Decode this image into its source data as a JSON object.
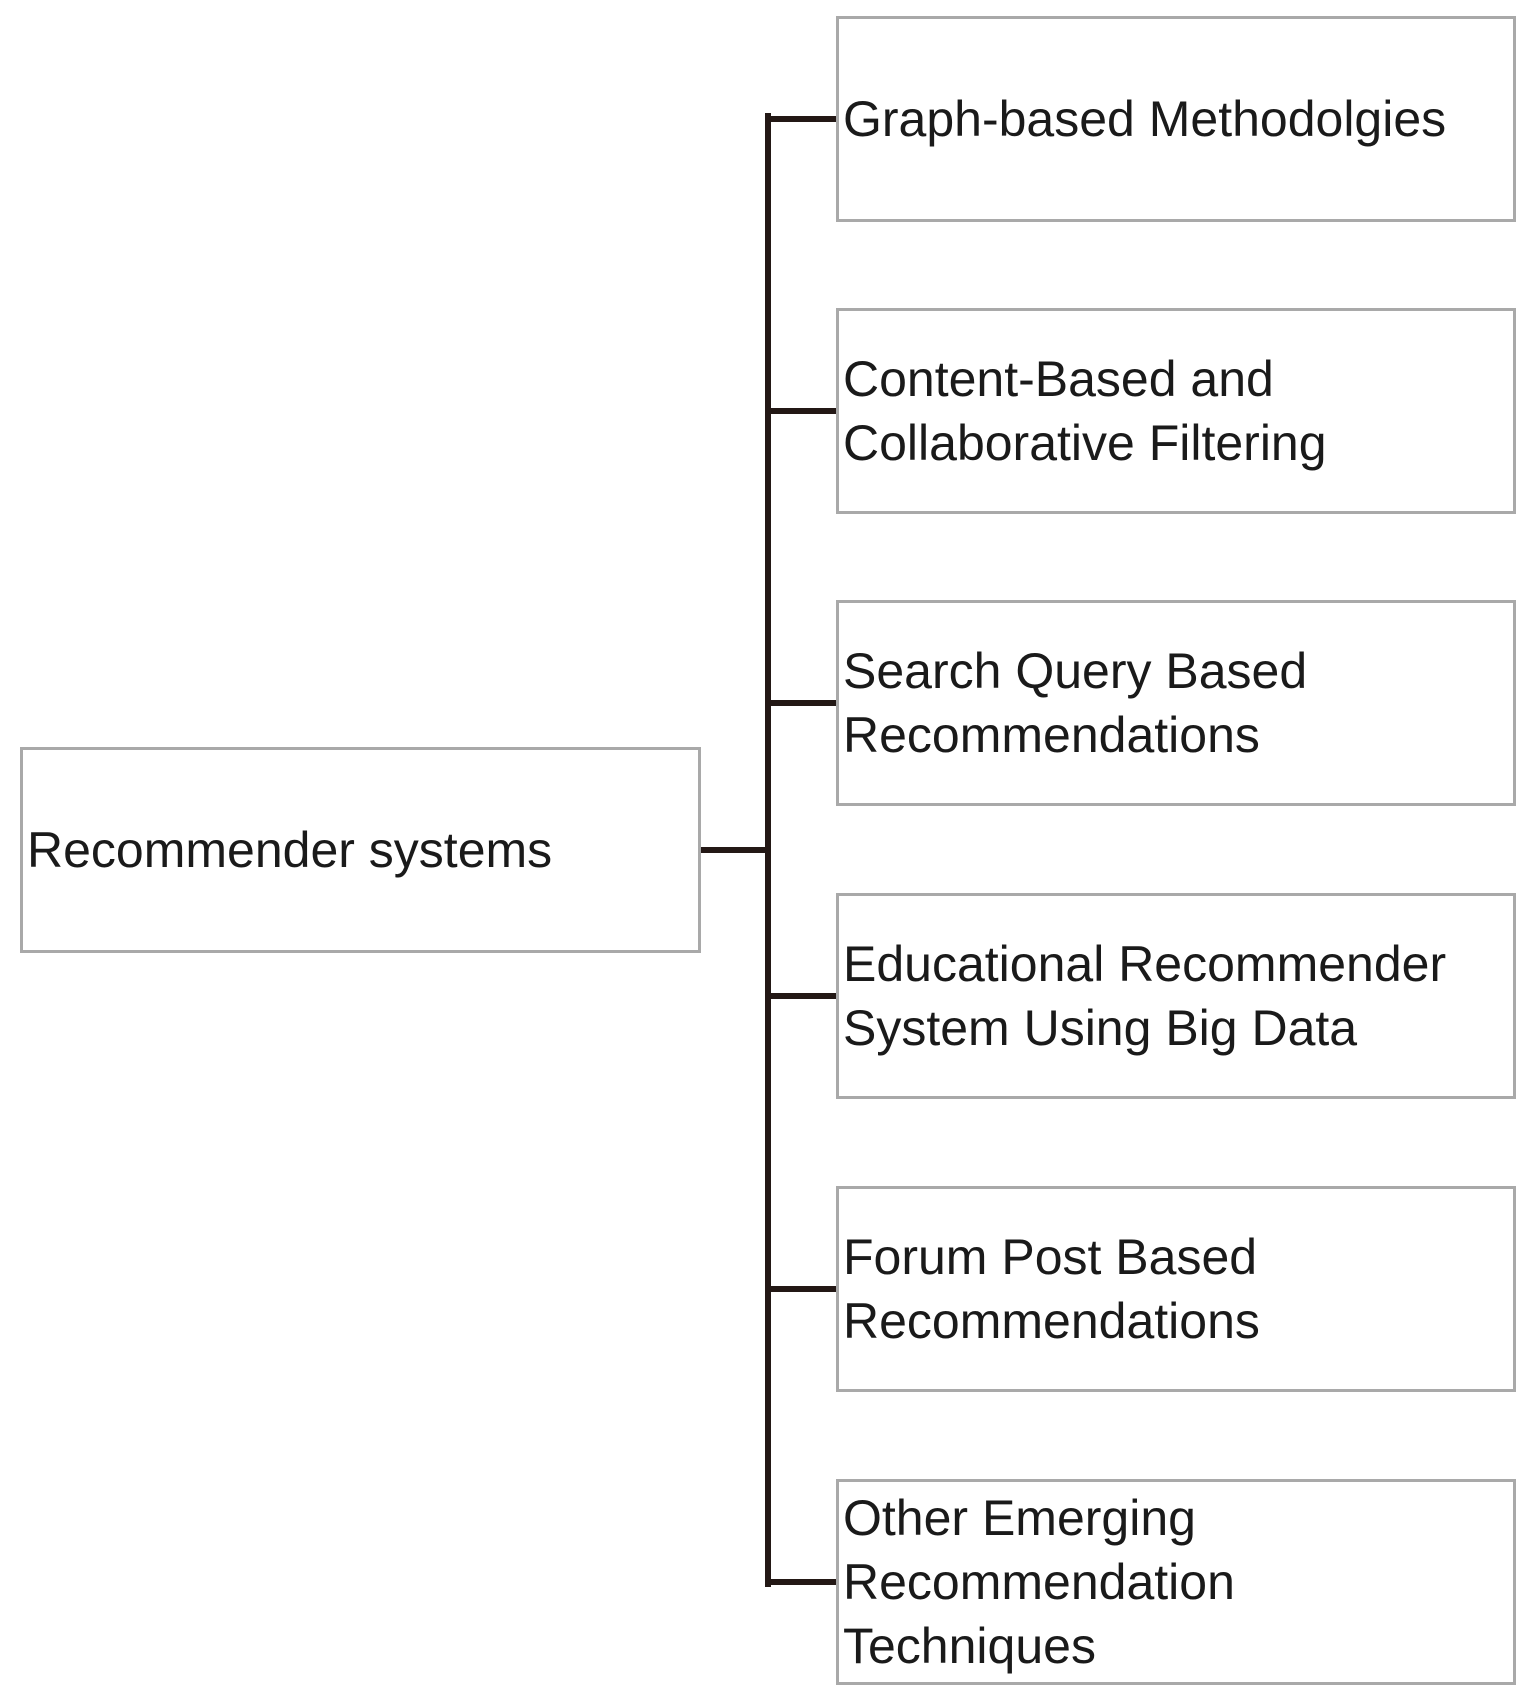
{
  "diagram": {
    "root": {
      "label": "Recommender systems"
    },
    "children": [
      {
        "label": "Graph-based Methodolgies"
      },
      {
        "label": "Content-Based and\nCollaborative Filtering"
      },
      {
        "label": "Search Query Based\nRecommendations"
      },
      {
        "label": "Educational Recommender\nSystem Using Big Data"
      },
      {
        "label": "Forum Post Based\nRecommendations"
      },
      {
        "label": "Other Emerging\nRecommendation\nTechniques"
      }
    ],
    "colors": {
      "connector": "#231815",
      "box_border": "#a9a9a9",
      "text": "#1a1a1a",
      "background": "#ffffff"
    }
  }
}
